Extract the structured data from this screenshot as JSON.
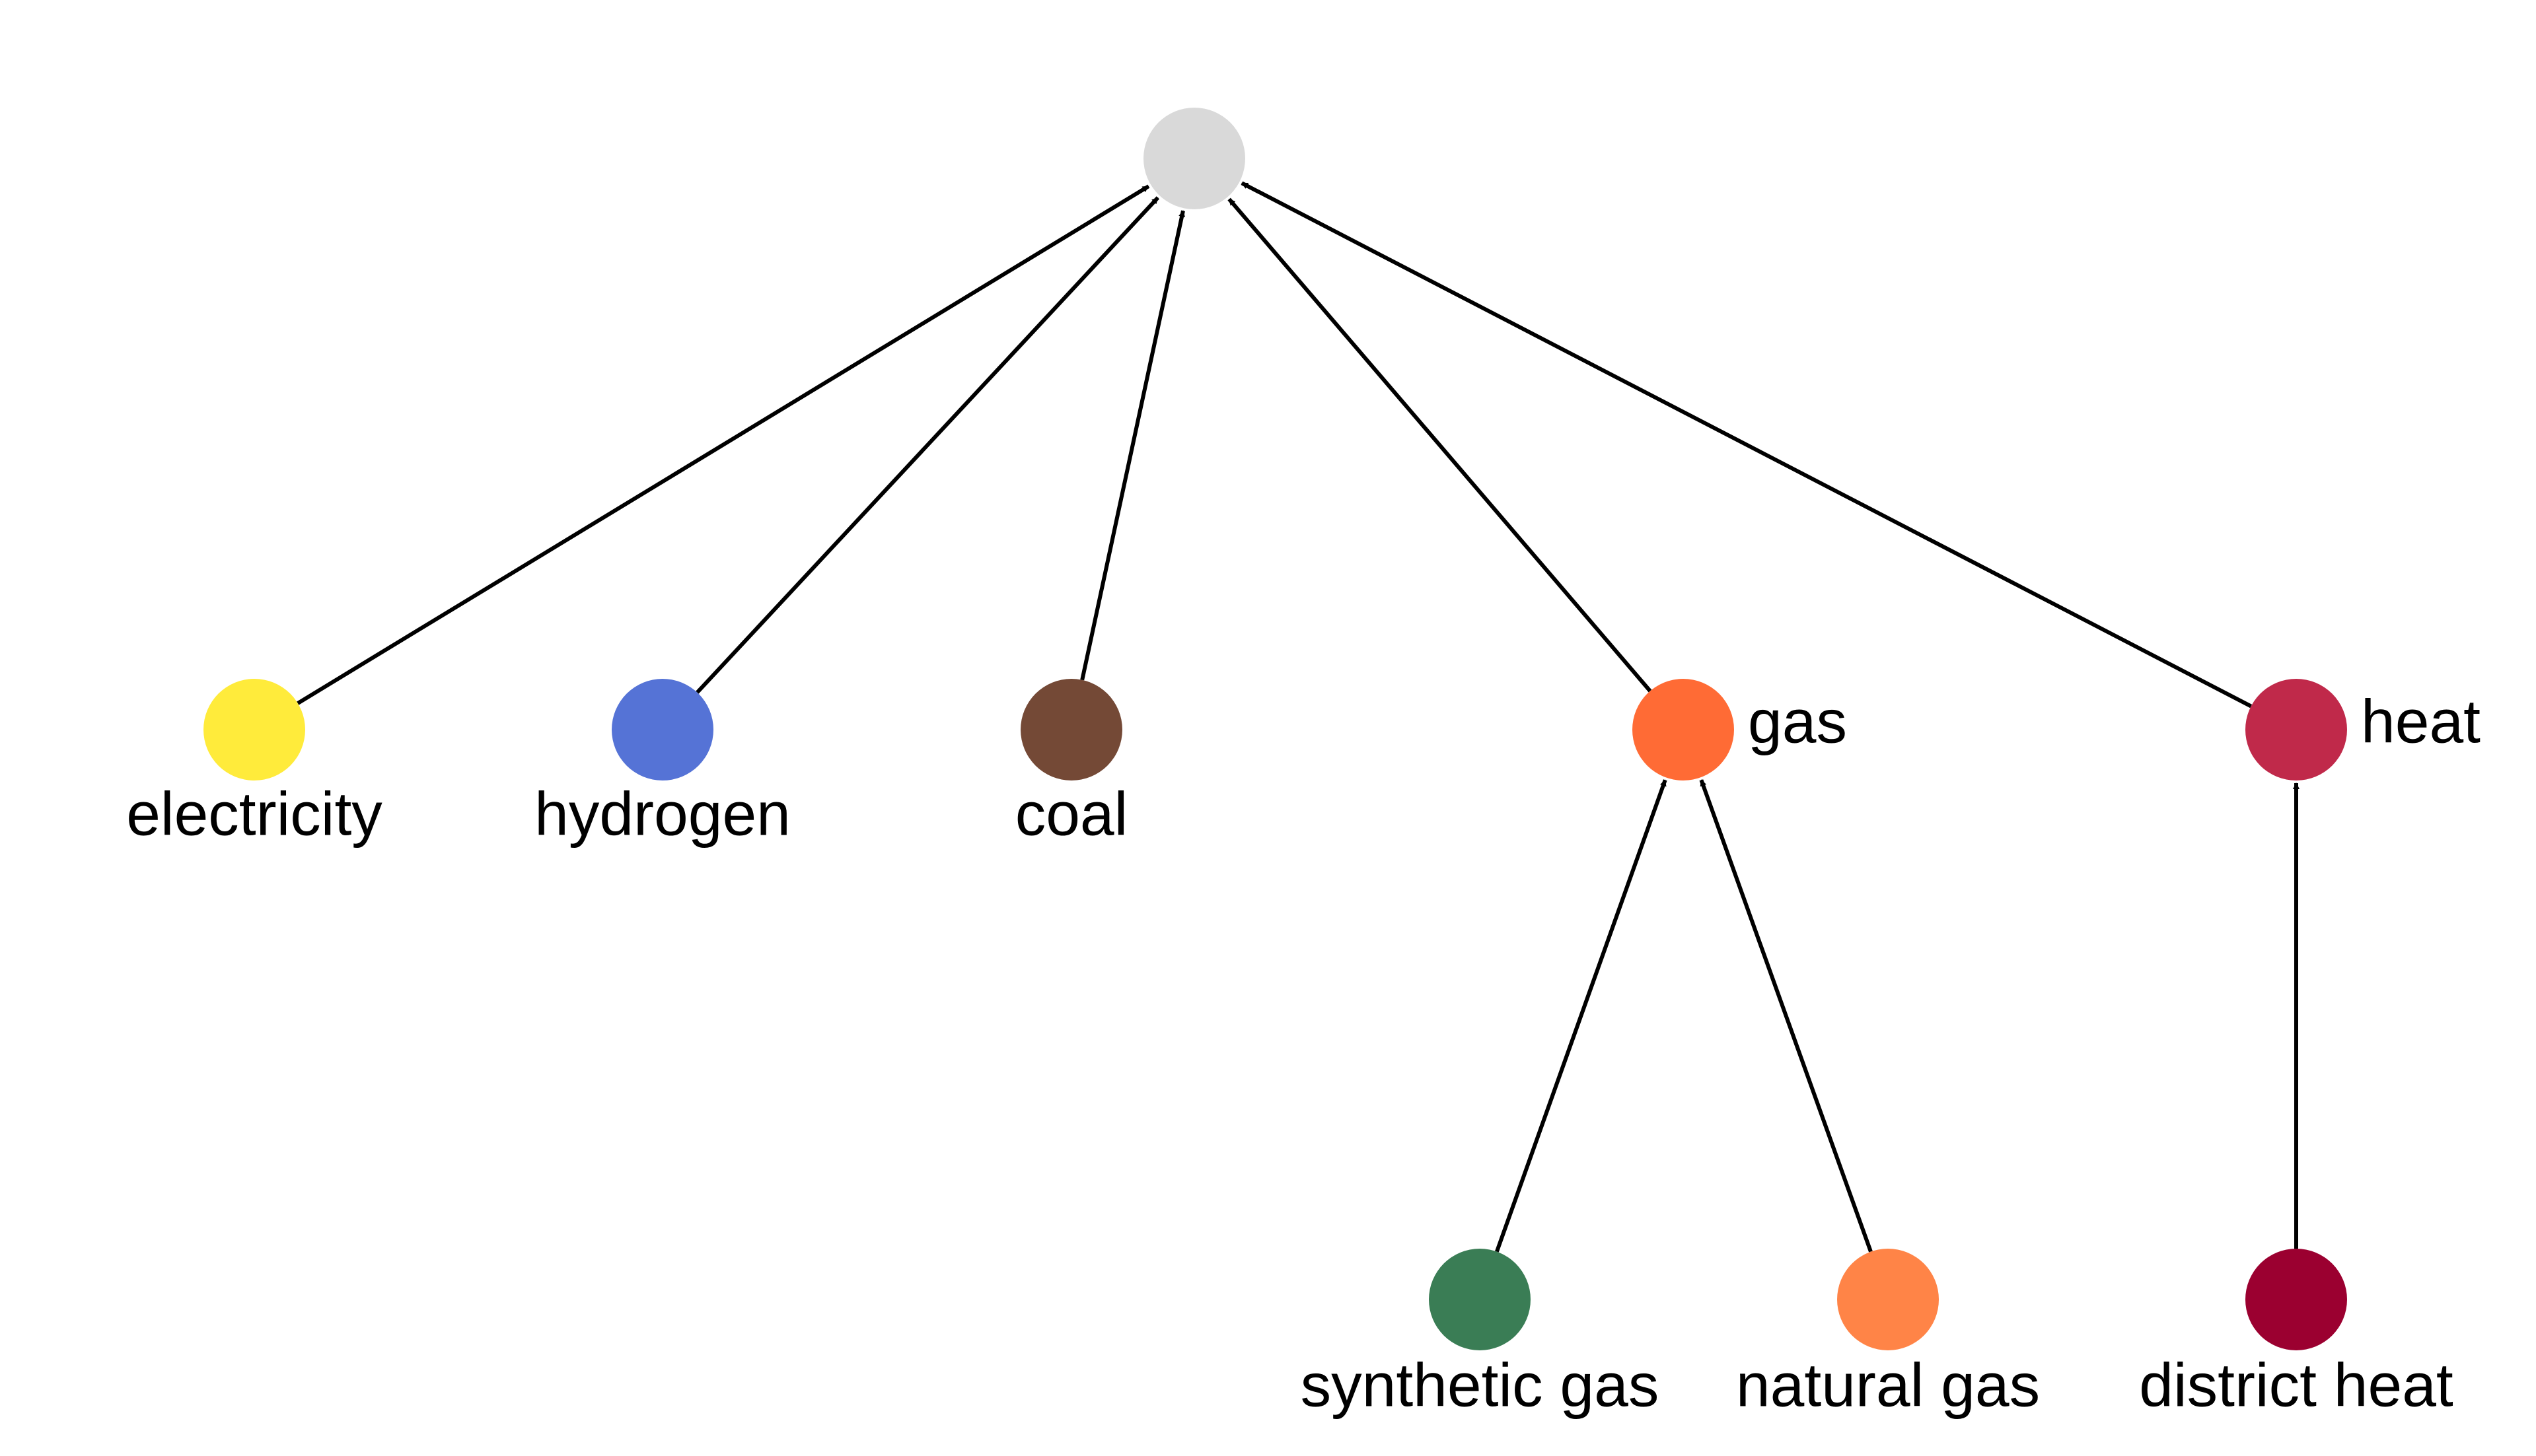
{
  "diagram": {
    "nodes": [
      {
        "id": "root",
        "label": "",
        "color": "#d9d9d9"
      },
      {
        "id": "electricity",
        "label": "electricity",
        "color": "#ffeb3b"
      },
      {
        "id": "hydrogen",
        "label": "hydrogen",
        "color": "#5573d6"
      },
      {
        "id": "coal",
        "label": "coal",
        "color": "#744936"
      },
      {
        "id": "gas",
        "label": "gas",
        "color": "#ff6b35"
      },
      {
        "id": "heat",
        "label": "heat",
        "color": "#c0294a"
      },
      {
        "id": "synthetic_gas",
        "label": "synthetic gas",
        "color": "#3a7d55"
      },
      {
        "id": "natural_gas",
        "label": "natural gas",
        "color": "#ff8447"
      },
      {
        "id": "district_heat",
        "label": "district heat",
        "color": "#9b0030"
      }
    ],
    "edges": [
      {
        "from": "electricity",
        "to": "root"
      },
      {
        "from": "hydrogen",
        "to": "root"
      },
      {
        "from": "coal",
        "to": "root"
      },
      {
        "from": "gas",
        "to": "root"
      },
      {
        "from": "heat",
        "to": "root"
      },
      {
        "from": "synthetic_gas",
        "to": "gas"
      },
      {
        "from": "natural_gas",
        "to": "gas"
      },
      {
        "from": "district_heat",
        "to": "heat"
      }
    ]
  }
}
